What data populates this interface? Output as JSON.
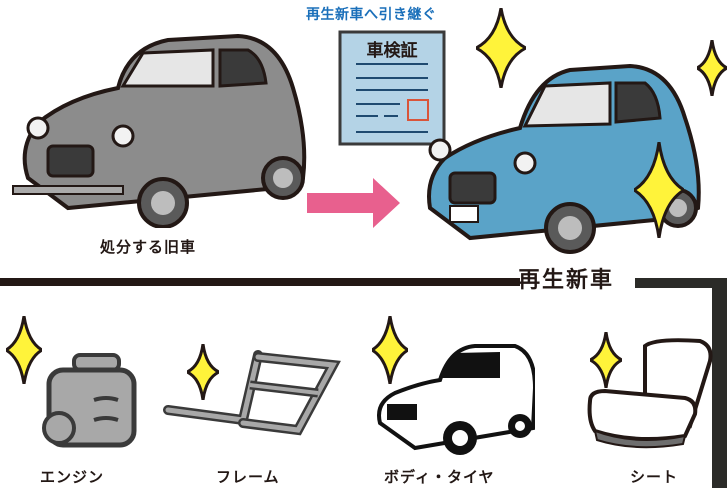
{
  "header": {
    "transfer_caption": "再生新車へ引き継ぐ"
  },
  "certificate": {
    "title": "車検証",
    "icon": "document-icon"
  },
  "old_car": {
    "label": "処分する旧車",
    "color": "#8c8c8c",
    "icon": "old-car-icon"
  },
  "new_car": {
    "label": "再生新車",
    "color": "#5aa3c8",
    "icon": "new-car-icon"
  },
  "arrow": {
    "color": "#e8608e",
    "icon": "arrow-right-icon"
  },
  "parts": [
    {
      "label": "エンジン",
      "icon": "engine-icon"
    },
    {
      "label": "フレーム",
      "icon": "frame-icon"
    },
    {
      "label": "ボディ・タイヤ",
      "icon": "body-tire-icon"
    },
    {
      "label": "シート",
      "icon": "seat-icon"
    }
  ],
  "colors": {
    "sparkle": "#fff33a",
    "outline": "#231815",
    "connector": "#2b2b28",
    "certificate_bg": "#b4d3e6",
    "stamp": "#d9553a"
  }
}
